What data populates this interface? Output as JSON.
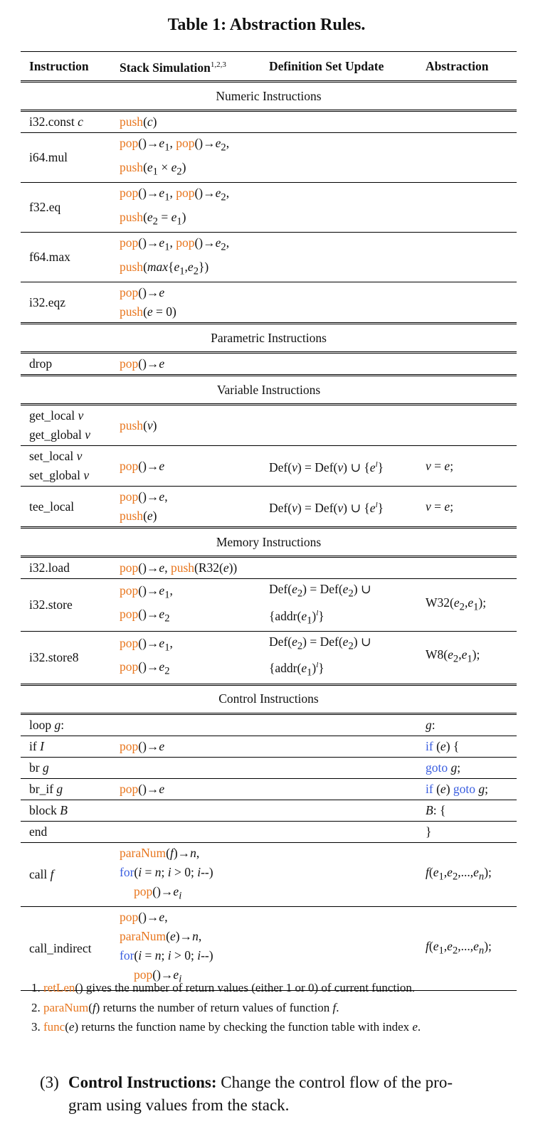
{
  "caption": "Table 1: Abstraction Rules.",
  "header": {
    "instruction": "Instruction",
    "stack_simulation": "Stack Simulation",
    "stack_sup": "1,2,3",
    "definition_update": "Definition Set Update",
    "abstraction": "Abstraction"
  },
  "sections": {
    "numeric": "Numeric Instructions",
    "parametric": "Parametric Instructions",
    "variable": "Variable Instructions",
    "memory": "Memory Instructions",
    "control": "Control Instructions"
  },
  "rows": {
    "i32const": "i32.const",
    "i64mul": "i64.mul",
    "f32eq": "f32.eq",
    "f64max": "f64.max",
    "i32eqz": "i32.eqz",
    "drop": "drop",
    "get_local": "get_local",
    "get_global": "get_global",
    "set_local": "set_local",
    "set_global": "set_global",
    "tee_local": "tee_local",
    "i32load": "i32.load",
    "i32store": "i32.store",
    "i32store8": "i32.store8",
    "loop": "loop",
    "if": "if",
    "br": "br",
    "br_if": "br_if",
    "block": "block",
    "end": "end",
    "call": "call",
    "call_indirect": "call_indirect"
  },
  "ops": {
    "push": "push",
    "pop": "pop",
    "paraNum": "paraNum",
    "for": "for",
    "if": "if",
    "goto": "goto"
  },
  "notes": {
    "n1_fn": "retLen",
    "n1_text": "() gives the number of return values (either 1 or 0) of current function.",
    "n2_fn": "paraNum",
    "n2_text": "returns the number of return values of function",
    "n3_fn": "func",
    "n3_text": "returns the function name by checking the function table with index"
  },
  "paragraph": {
    "number": "(3)",
    "bold": "Control Instructions:",
    "text1": " Change the control flow of the pro-",
    "text2": "gram using values from the stack."
  }
}
